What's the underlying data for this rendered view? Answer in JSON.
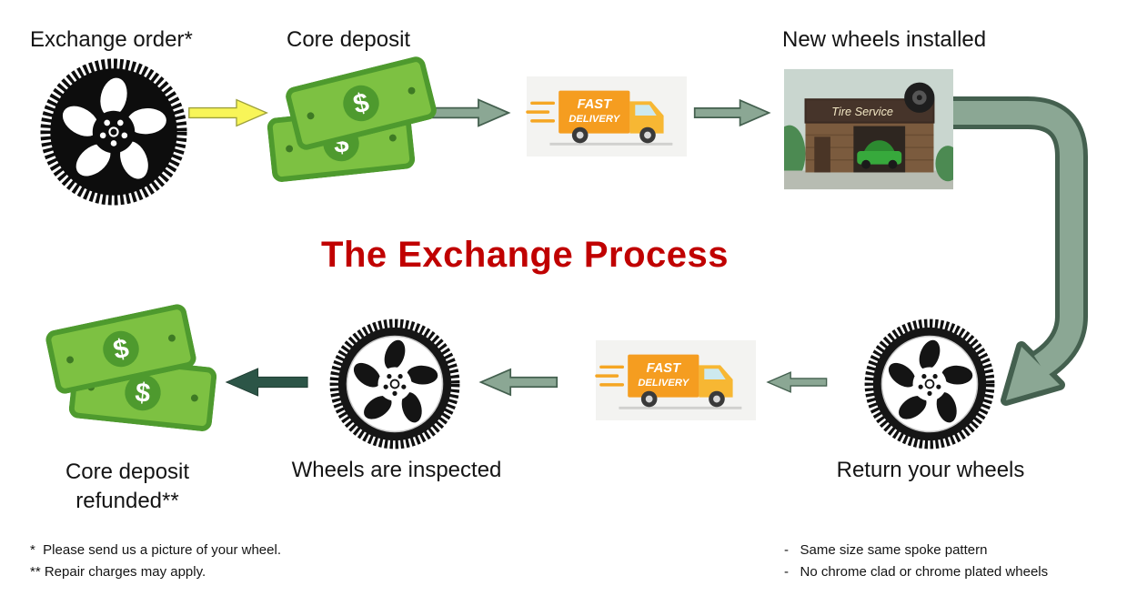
{
  "title": "The Exchange Process",
  "steps": {
    "exchange_order": "Exchange order*",
    "core_deposit": "Core deposit",
    "new_wheels_installed": "New wheels installed",
    "return_your_wheels": "Return your wheels",
    "wheels_are_inspected": "Wheels are inspected",
    "core_deposit_refunded_line1": "Core deposit",
    "core_deposit_refunded_line2": "refunded**"
  },
  "truck": {
    "line1": "FAST",
    "line2": "DELIVERY"
  },
  "shop_sign": "Tire Service",
  "money_symbol": "$",
  "footnotes": {
    "left_1": "*  Please send us a picture of your wheel.",
    "left_2": "** Repair charges may apply.",
    "right_1": "-   Same size same spoke pattern",
    "right_2": "-   No chrome clad or chrome plated wheels"
  },
  "colors": {
    "title_red": "#C00000",
    "money_green": "#7DC142",
    "money_green_dark": "#4E9A2E",
    "truck_orange": "#F59D20",
    "arrow_yellow": "#F8F558",
    "arrow_sage": "#8BA794",
    "arrow_sage_outline": "#44604F",
    "arrow_dark_green": "#2C5547"
  }
}
